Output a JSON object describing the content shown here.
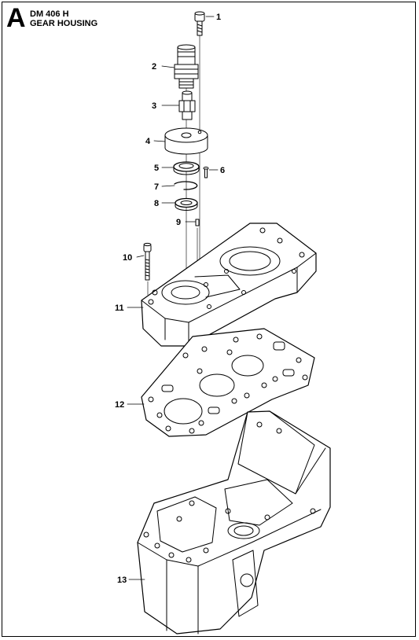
{
  "header": {
    "section_letter": "A",
    "model": "DM 406 H",
    "title": "GEAR HOUSING"
  },
  "parts": [
    {
      "number": "1"
    },
    {
      "number": "2"
    },
    {
      "number": "3"
    },
    {
      "number": "4"
    },
    {
      "number": "5"
    },
    {
      "number": "6"
    },
    {
      "number": "7"
    },
    {
      "number": "8"
    },
    {
      "number": "9"
    },
    {
      "number": "10"
    },
    {
      "number": "11"
    },
    {
      "number": "12"
    },
    {
      "number": "13"
    }
  ]
}
